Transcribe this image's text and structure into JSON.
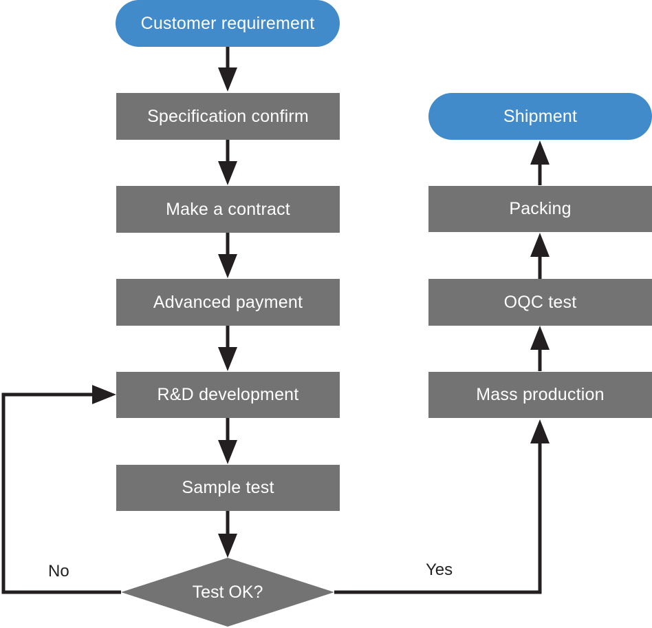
{
  "colors": {
    "process_fill": "#737373",
    "terminal_fill": "#428bca",
    "node_text": "#ffffff",
    "connector": "#231f20",
    "edge_label": "#222222"
  },
  "nodes": {
    "customer_requirement": "Customer requirement",
    "specification_confirm": "Specification confirm",
    "make_contract": "Make a contract",
    "advanced_payment": "Advanced payment",
    "rd_development": "R&D development",
    "sample_test": "Sample test",
    "test_ok": "Test OK?",
    "mass_production": "Mass production",
    "oqc_test": "OQC test",
    "packing": "Packing",
    "shipment": "Shipment"
  },
  "edges": {
    "no_label": "No",
    "yes_label": "Yes"
  }
}
